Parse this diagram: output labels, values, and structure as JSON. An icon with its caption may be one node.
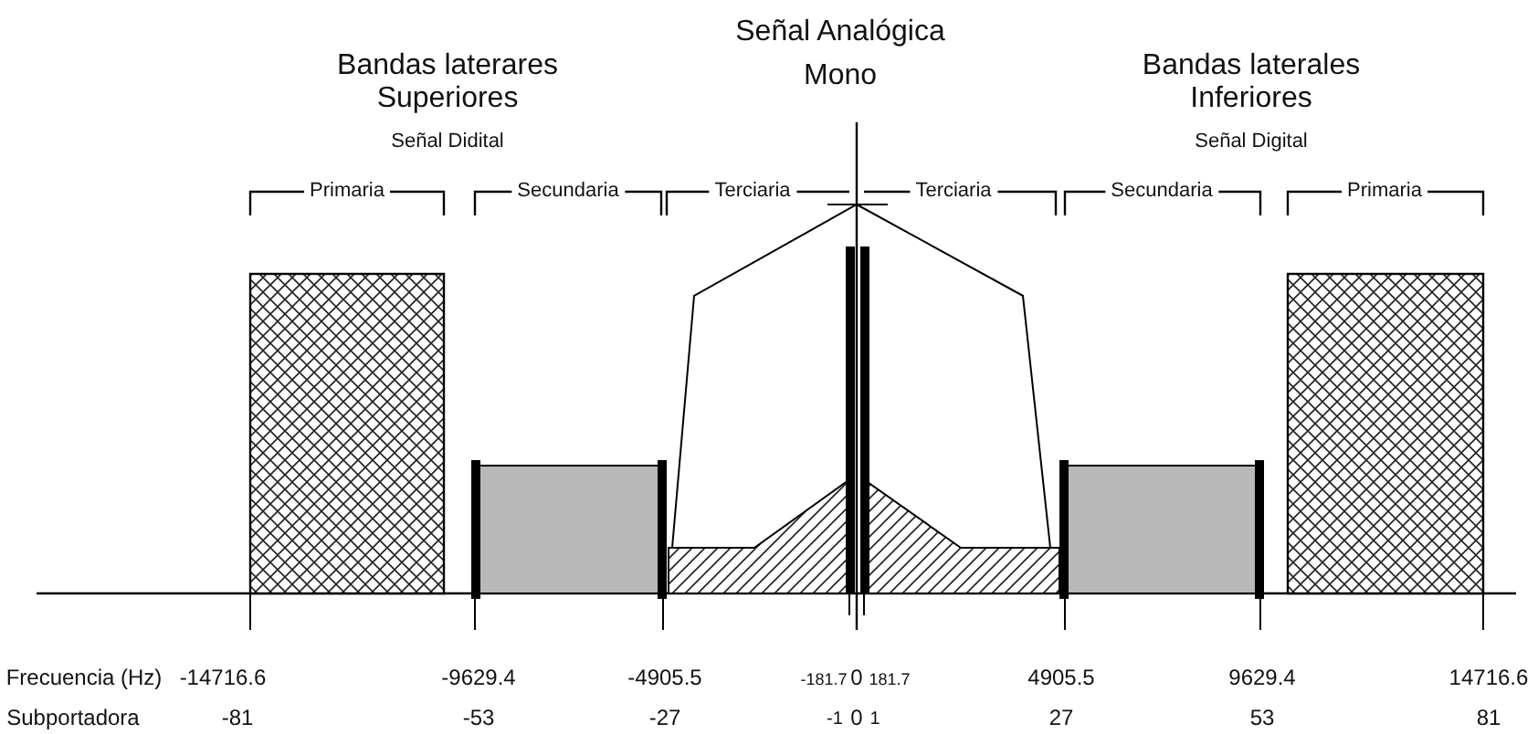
{
  "diagram": {
    "labels": [
      "Señal Analógica",
      "Bandas laterares Superiores",
      "Mono",
      "Bandas laterales Inferiores",
      "Señal Didital",
      "Señal Digital",
      "Primaria",
      "Secundaria",
      "Terciaria",
      "Terciaria",
      "Secundaria",
      "Primaria",
      "Frecuencia (Hz)",
      "-14716.6",
      "-9629.4",
      "-4905.5",
      "-181.7",
      "0",
      "181.7",
      "4905.5",
      "9629.4",
      "14716.6",
      "Subportadora",
      "-81",
      "-53",
      "-27",
      "-1",
      "0",
      "1",
      "27",
      "53",
      "81"
    ]
  }
}
